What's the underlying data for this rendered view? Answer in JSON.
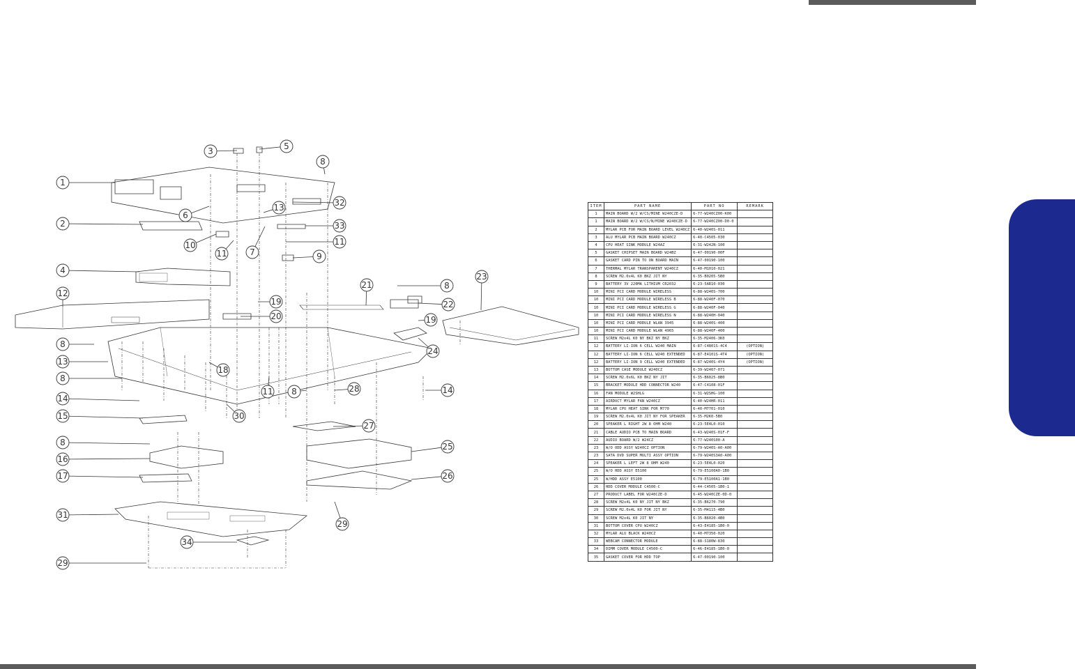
{
  "table": {
    "headers": [
      "ITEM",
      "PART NAME",
      "PART NO",
      "REMARK"
    ],
    "rows": [
      {
        "item": "1",
        "name": "MAIN BOARD W/2 W/CS/MINE W240CZE-D",
        "part": "6-77-W240CZ00-K00",
        "remark": ""
      },
      {
        "item": "1",
        "name": "MAIN BOARD W/2 W/CS/N/MINE W240CZE-D",
        "part": "6-77-W240CZ00-D0-0",
        "remark": ""
      },
      {
        "item": "2",
        "name": "MYLAR PCB FOR MAIN BOARD LEVEL W240CZ",
        "part": "6-40-W240S-011",
        "remark": ""
      },
      {
        "item": "3",
        "name": "ALU MYLAR PCB MAIN BOARD W240CZ",
        "part": "6-40-C4505-030",
        "remark": ""
      },
      {
        "item": "4",
        "name": "CPU HEAT SINK MODULE W24AZ",
        "part": "6-31-W242N-100",
        "remark": ""
      },
      {
        "item": "5",
        "name": "GASKET CHIPSET MAIN BOARD W24BZ",
        "part": "6-47-00190-00F",
        "remark": ""
      },
      {
        "item": "6",
        "name": "GASKET CARD PIN TO ON BOARD MAIN",
        "part": "6-47-00190-100",
        "remark": ""
      },
      {
        "item": "7",
        "name": "THERMAL MYLAR TRANSPARENT W240CZ",
        "part": "6-40-M1010-021",
        "remark": ""
      },
      {
        "item": "8",
        "name": "SCREW M2.0x4L K0 BKZ JIT NY",
        "part": "6-35-B0205-5B0",
        "remark": ""
      },
      {
        "item": "9",
        "name": "BATTERY 3V 220MA LITHIUM CR2032",
        "part": "6-23-5AR10-030",
        "remark": ""
      },
      {
        "item": "10",
        "name": "MINI PCI CARD MODULE WIRELESS",
        "part": "6-88-W240S-700",
        "remark": ""
      },
      {
        "item": "10",
        "name": "MINI PCI CARD MODULE WIRELESS B",
        "part": "6-88-W240F-070",
        "remark": ""
      },
      {
        "item": "10",
        "name": "MINI PCI CARD MODULE WIRELESS G",
        "part": "6-88-W240F-040",
        "remark": ""
      },
      {
        "item": "10",
        "name": "MINI PCI CARD MODULE WIRELESS N",
        "part": "6-88-W240H-040",
        "remark": ""
      },
      {
        "item": "10",
        "name": "MINI PCI CARD MODULE WLAN 3945",
        "part": "6-88-W240S-400",
        "remark": ""
      },
      {
        "item": "10",
        "name": "MINI PCI CARD MODULE WLAN 4965",
        "part": "6-88-W240F-400",
        "remark": ""
      },
      {
        "item": "11",
        "name": "SCREW M2x4L K0 NY BKZ NY BKZ",
        "part": "6-35-M2406-3K0",
        "remark": ""
      },
      {
        "item": "12",
        "name": "BATTERY LI-ION 6 CELL W240 MAIN",
        "part": "6-87-C4801S-4C4",
        "remark": "(OPTION)"
      },
      {
        "item": "12",
        "name": "BATTERY LI-ION 6 CELL W240 EXTENDED",
        "part": "6-87-E4101S-4T4",
        "remark": "(OPTION)"
      },
      {
        "item": "12",
        "name": "BATTERY LI-ION 9 CELL W240 EXTENDED",
        "part": "6-87-W240S-4Y4",
        "remark": "(OPTION)"
      },
      {
        "item": "13",
        "name": "BOTTOM CASE MODULE W240CZ",
        "part": "6-39-W2407-071",
        "remark": ""
      },
      {
        "item": "14",
        "name": "SCREW M2.0x6L K0 BKZ NY JIT",
        "part": "6-35-B6025-8B0",
        "remark": ""
      },
      {
        "item": "15",
        "name": "BRACKET MODULE HDD CONNECTOR W240",
        "part": "6-47-C4108-01F",
        "remark": ""
      },
      {
        "item": "16",
        "name": "FAN MODULE W2SHLG",
        "part": "6-31-W2SHG-100",
        "remark": ""
      },
      {
        "item": "17",
        "name": "AIRDUCT MYLAR FAN W240CZ",
        "part": "6-40-W24HR-011",
        "remark": ""
      },
      {
        "item": "18",
        "name": "MYLAR CPU HEAT SINK FOR M770",
        "part": "6-40-M7701-010",
        "remark": ""
      },
      {
        "item": "19",
        "name": "SCREW M2.0x4L K0 JIT NY FOR SPEAKER",
        "part": "6-35-M2K0-5B0",
        "remark": ""
      },
      {
        "item": "20",
        "name": "SPEAKER L RIGHT 2W 8 OHM W240",
        "part": "6-23-5E4L0-010",
        "remark": ""
      },
      {
        "item": "21",
        "name": "CABLE AUDIO PCB TO MAIN BOARD",
        "part": "6-43-W240S-01F-F",
        "remark": ""
      },
      {
        "item": "22",
        "name": "AUDIO BOARD W/2 W24CZ",
        "part": "6-77-W240S00-A",
        "remark": ""
      },
      {
        "item": "23",
        "name": "W/O ODD ASSY W240CZ OPTION",
        "part": "6-79-W240S-A0-A00",
        "remark": ""
      },
      {
        "item": "23",
        "name": "SATA DVD SUPER MULTI ASSY OPTION",
        "part": "6-79-W240S3A0-A00",
        "remark": ""
      },
      {
        "item": "24",
        "name": "SPEAKER L LEFT 2W 8 OHM W240",
        "part": "6-23-5E4L0-020",
        "remark": ""
      },
      {
        "item": "25",
        "name": "W/O HDD ASSY E5100",
        "part": "6-79-E5100A0-1B0",
        "remark": ""
      },
      {
        "item": "25",
        "name": "W/HDD ASSY E5100",
        "part": "6-79-E5100A1-1B0",
        "remark": ""
      },
      {
        "item": "26",
        "name": "HDD COVER MODULE C4500-C",
        "part": "6-44-C4505-1B0-1",
        "remark": ""
      },
      {
        "item": "27",
        "name": "PRODUCT LABEL FOR W240CZE-D",
        "part": "6-45-W240CZE-0D-0",
        "remark": ""
      },
      {
        "item": "28",
        "name": "SCREW M2x4L K0 NY JIT NY BKZ",
        "part": "6-35-B6270-790",
        "remark": ""
      },
      {
        "item": "29",
        "name": "SCREW M2.0x4L K0 FOR JIT NY",
        "part": "6-35-M4115-4B0",
        "remark": ""
      },
      {
        "item": "30",
        "name": "SCREW M2x4L K0 JIT NY",
        "part": "6-35-B6020-4B0",
        "remark": ""
      },
      {
        "item": "31",
        "name": "BOTTOM COVER CPU W240CZ",
        "part": "6-43-E4185-1B0-0",
        "remark": ""
      },
      {
        "item": "32",
        "name": "MYLAR ALU BLACK W240CZ",
        "part": "6-40-M7350-020",
        "remark": ""
      },
      {
        "item": "33",
        "name": "WEBCAM CONNECTOR MODULE",
        "part": "6-88-S180W-830",
        "remark": ""
      },
      {
        "item": "34",
        "name": "DIMM COVER MODULE C4500-C",
        "part": "6-46-E4185-1B0-0",
        "remark": ""
      },
      {
        "item": "35",
        "name": "GASKET COVER FOR HDD TOP",
        "part": "6-47-00190-100",
        "remark": ""
      }
    ]
  },
  "callouts": [
    {
      "id": "c3",
      "label": "3"
    },
    {
      "id": "c5",
      "label": "5"
    },
    {
      "id": "c8a",
      "label": "8"
    },
    {
      "id": "c1",
      "label": "1"
    },
    {
      "id": "c32",
      "label": "32"
    },
    {
      "id": "c6",
      "label": "6"
    },
    {
      "id": "c13a",
      "label": "13"
    },
    {
      "id": "c2",
      "label": "2"
    },
    {
      "id": "c33",
      "label": "33"
    },
    {
      "id": "c10",
      "label": "10"
    },
    {
      "id": "c11a",
      "label": "11"
    },
    {
      "id": "c7",
      "label": "7"
    },
    {
      "id": "c11b",
      "label": "11"
    },
    {
      "id": "c9",
      "label": "9"
    },
    {
      "id": "c4",
      "label": "4"
    },
    {
      "id": "c23",
      "label": "23"
    },
    {
      "id": "c21",
      "label": "21"
    },
    {
      "id": "c8b",
      "label": "8"
    },
    {
      "id": "c12",
      "label": "12"
    },
    {
      "id": "c19a",
      "label": "19"
    },
    {
      "id": "c22",
      "label": "22"
    },
    {
      "id": "c20",
      "label": "20"
    },
    {
      "id": "c19b",
      "label": "19"
    },
    {
      "id": "c8c",
      "label": "8"
    },
    {
      "id": "c24",
      "label": "24"
    },
    {
      "id": "c13b",
      "label": "13"
    },
    {
      "id": "c18",
      "label": "18"
    },
    {
      "id": "c8d",
      "label": "8"
    },
    {
      "id": "c14a",
      "label": "14"
    },
    {
      "id": "c11c",
      "label": "11"
    },
    {
      "id": "c8e",
      "label": "8"
    },
    {
      "id": "c28",
      "label": "28"
    },
    {
      "id": "c14b",
      "label": "14"
    },
    {
      "id": "c15",
      "label": "15"
    },
    {
      "id": "c30",
      "label": "30"
    },
    {
      "id": "c27",
      "label": "27"
    },
    {
      "id": "c8f",
      "label": "8"
    },
    {
      "id": "c25",
      "label": "25"
    },
    {
      "id": "c16",
      "label": "16"
    },
    {
      "id": "c26",
      "label": "26"
    },
    {
      "id": "c17",
      "label": "17"
    },
    {
      "id": "c31",
      "label": "31"
    },
    {
      "id": "c29a",
      "label": "29"
    },
    {
      "id": "c34",
      "label": "34"
    },
    {
      "id": "c29b",
      "label": "29"
    }
  ],
  "colors": {
    "accent_tab": "#1c2a8f",
    "bar": "#5b5b5b",
    "line": "#333333"
  }
}
